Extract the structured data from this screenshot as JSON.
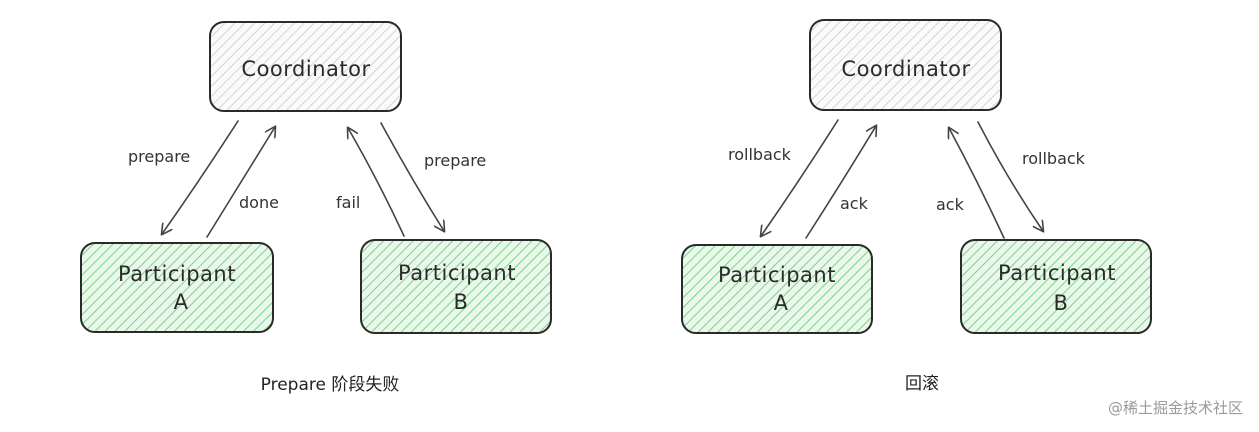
{
  "left": {
    "coordinator": "Coordinator",
    "participant_a": [
      "Participant",
      "A"
    ],
    "participant_b": [
      "Participant",
      "B"
    ],
    "edges": {
      "prepare_a": "prepare",
      "done_a": "done",
      "fail_b": "fail",
      "prepare_b": "prepare"
    },
    "caption": "Prepare 阶段失败"
  },
  "right": {
    "coordinator": "Coordinator",
    "participant_a": [
      "Participant",
      "A"
    ],
    "participant_b": [
      "Participant",
      "B"
    ],
    "edges": {
      "rollback_a": "rollback",
      "ack_a": "ack",
      "ack_b": "ack",
      "rollback_b": "rollback"
    },
    "caption": "回滚"
  },
  "watermark": "@稀土掘金技术社区",
  "colors": {
    "coordinator_fill": "#e9e9ee",
    "participant_fill": "#9ee2a6",
    "stroke": "#2a2a2a"
  }
}
